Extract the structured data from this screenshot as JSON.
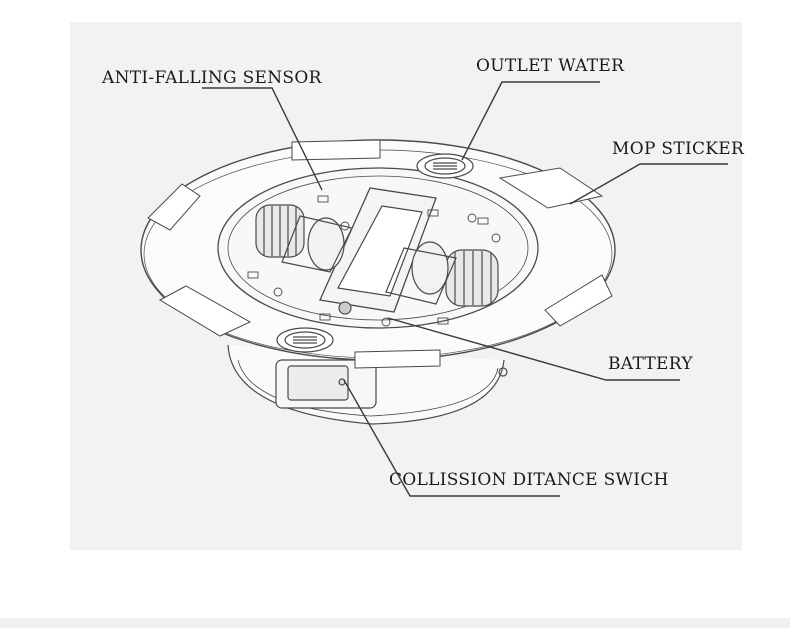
{
  "labels": {
    "anti_falling_sensor": "ANTI-FALLING SENSOR",
    "outlet_water": "OUTLET WATER",
    "mop_sticker": "MOP STICKER",
    "battery": "BATTERY",
    "collision_distance_switch": "COLLISSION DITANCE SWICH"
  },
  "colors": {
    "panel": "#f2f2f2",
    "stroke": "#444444",
    "label_text": "#1a1a1a"
  }
}
